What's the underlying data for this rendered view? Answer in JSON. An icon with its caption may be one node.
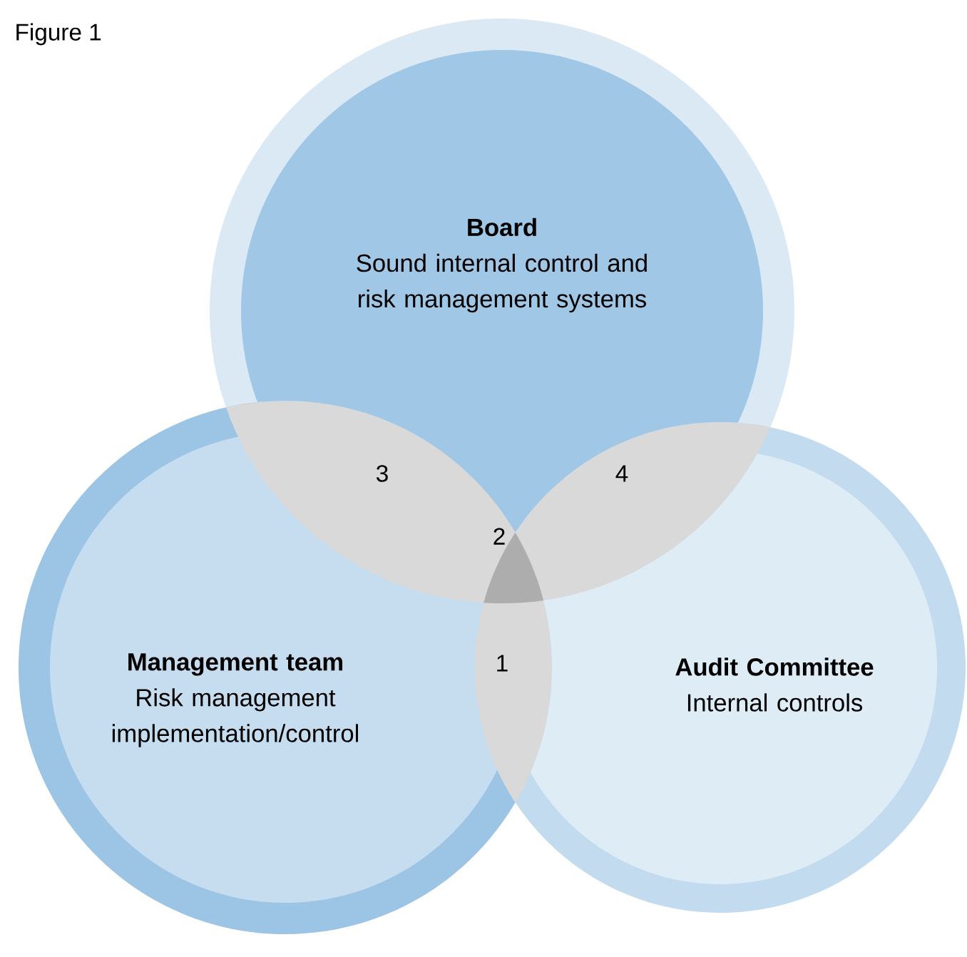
{
  "diagram": {
    "title": "Figure 1",
    "nodes": [
      {
        "text": [
          "Board",
          "Sound internal control and risk management systems"
        ]
      },
      {
        "text": [
          "Management team",
          "Risk management implementation/control"
        ]
      },
      {
        "text": [
          "Audit Committee",
          "Internal controls"
        ]
      }
    ],
    "labels": [
      "3",
      "4",
      "2",
      "1"
    ]
  }
}
